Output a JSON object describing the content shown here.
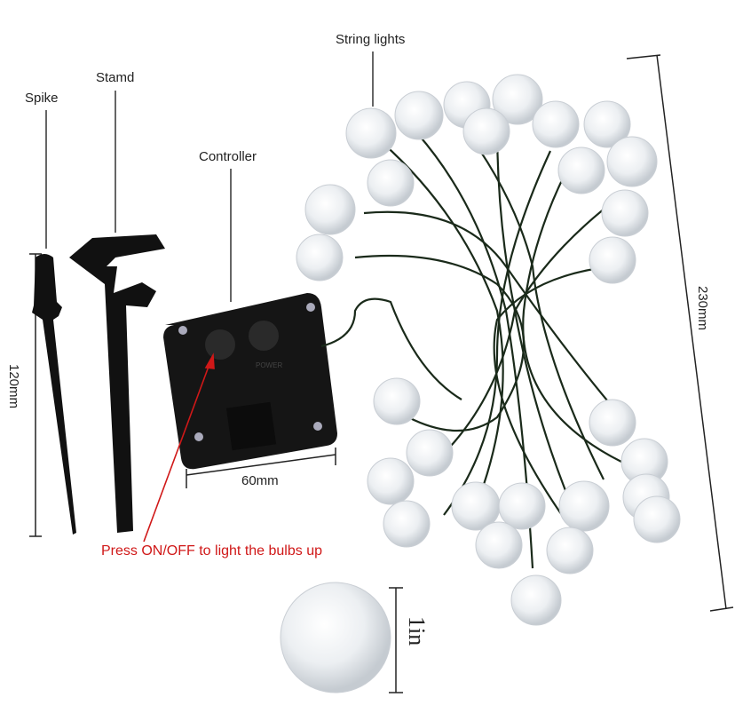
{
  "labels": {
    "string_lights": "String lights",
    "stand": "Stamd",
    "spike": "Spike",
    "controller": "Controller",
    "height_left": "120mm",
    "height_right": "230mm",
    "width_controller": "60mm",
    "instruction": "Press ON/OFF to light the bulbs up",
    "bulb_size": "1in"
  },
  "controller_text": {
    "power": "POWER"
  },
  "colors": {
    "instruction": "#d01818",
    "product": "#111111",
    "wire": "#1a2a1a"
  }
}
